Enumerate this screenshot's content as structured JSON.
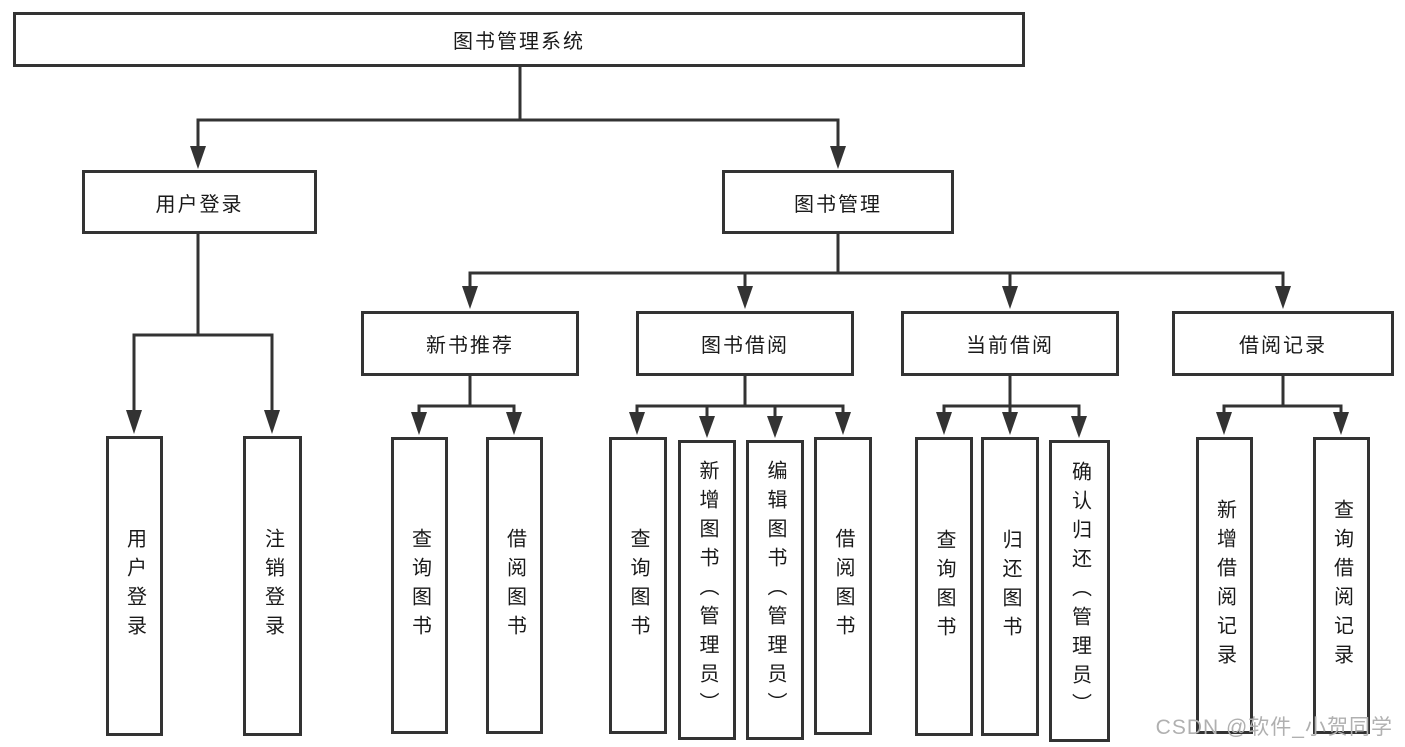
{
  "diagram": {
    "type": "hierarchy-tree",
    "tree": {
      "label": "图书管理系统",
      "children": [
        {
          "label": "用户登录",
          "children": [
            {
              "label": "用户登录"
            },
            {
              "label": "注销登录"
            }
          ]
        },
        {
          "label": "图书管理",
          "children": [
            {
              "label": "新书推荐",
              "children": [
                {
                  "label": "查询图书"
                },
                {
                  "label": "借阅图书"
                }
              ]
            },
            {
              "label": "图书借阅",
              "children": [
                {
                  "label": "查询图书"
                },
                {
                  "label": "新增图书（管理员）"
                },
                {
                  "label": "编辑图书（管理员）"
                },
                {
                  "label": "借阅图书"
                }
              ]
            },
            {
              "label": "当前借阅",
              "children": [
                {
                  "label": "查询图书"
                },
                {
                  "label": "归还图书"
                },
                {
                  "label": "确认归还（管理员）"
                }
              ]
            },
            {
              "label": "借阅记录",
              "children": [
                {
                  "label": "新增借阅记录"
                },
                {
                  "label": "查询借阅记录"
                }
              ]
            }
          ]
        }
      ]
    },
    "colors": {
      "background": "#ffffff",
      "line": "#333333",
      "box_border": "#333333",
      "box_fill": "#ffffff",
      "text": "#1a1a1a"
    }
  },
  "watermark": {
    "text": "CSDN @软件_小贺同学",
    "color": "#b0b0b0"
  }
}
